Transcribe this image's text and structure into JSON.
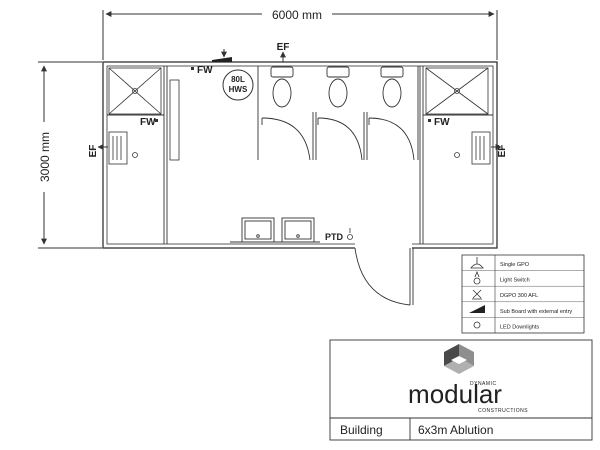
{
  "dimensions": {
    "width": "6000 mm",
    "height": "3000 mm"
  },
  "labels": {
    "ef_top": "EF",
    "ef_left": "EF",
    "ef_right": "EF",
    "fw_top": "FW",
    "fw_left": "FW",
    "fw_right": "FW",
    "hws_line1": "80L",
    "hws_line2": "HWS",
    "ptd": "PTD"
  },
  "legend": [
    {
      "icon": "single-gpo-icon",
      "label": "Single GPO"
    },
    {
      "icon": "light-switch-icon",
      "label": "Light Switch"
    },
    {
      "icon": "dgpo-icon",
      "label": "DGPO 300 AFL"
    },
    {
      "icon": "sub-board-icon",
      "label": "Sub Board with external entry"
    },
    {
      "icon": "led-downlight-icon",
      "label": "LED Downlights"
    }
  ],
  "title_block": {
    "logo_top": "DYNAMIC",
    "logo_main": "modular",
    "logo_bottom": "CONSTRUCTIONS",
    "field_label": "Building",
    "field_value": "6x3m Ablution"
  },
  "colors": {
    "line": "#333333",
    "logo_dark": "#3f3f3f",
    "logo_light": "#9a9a9a"
  }
}
